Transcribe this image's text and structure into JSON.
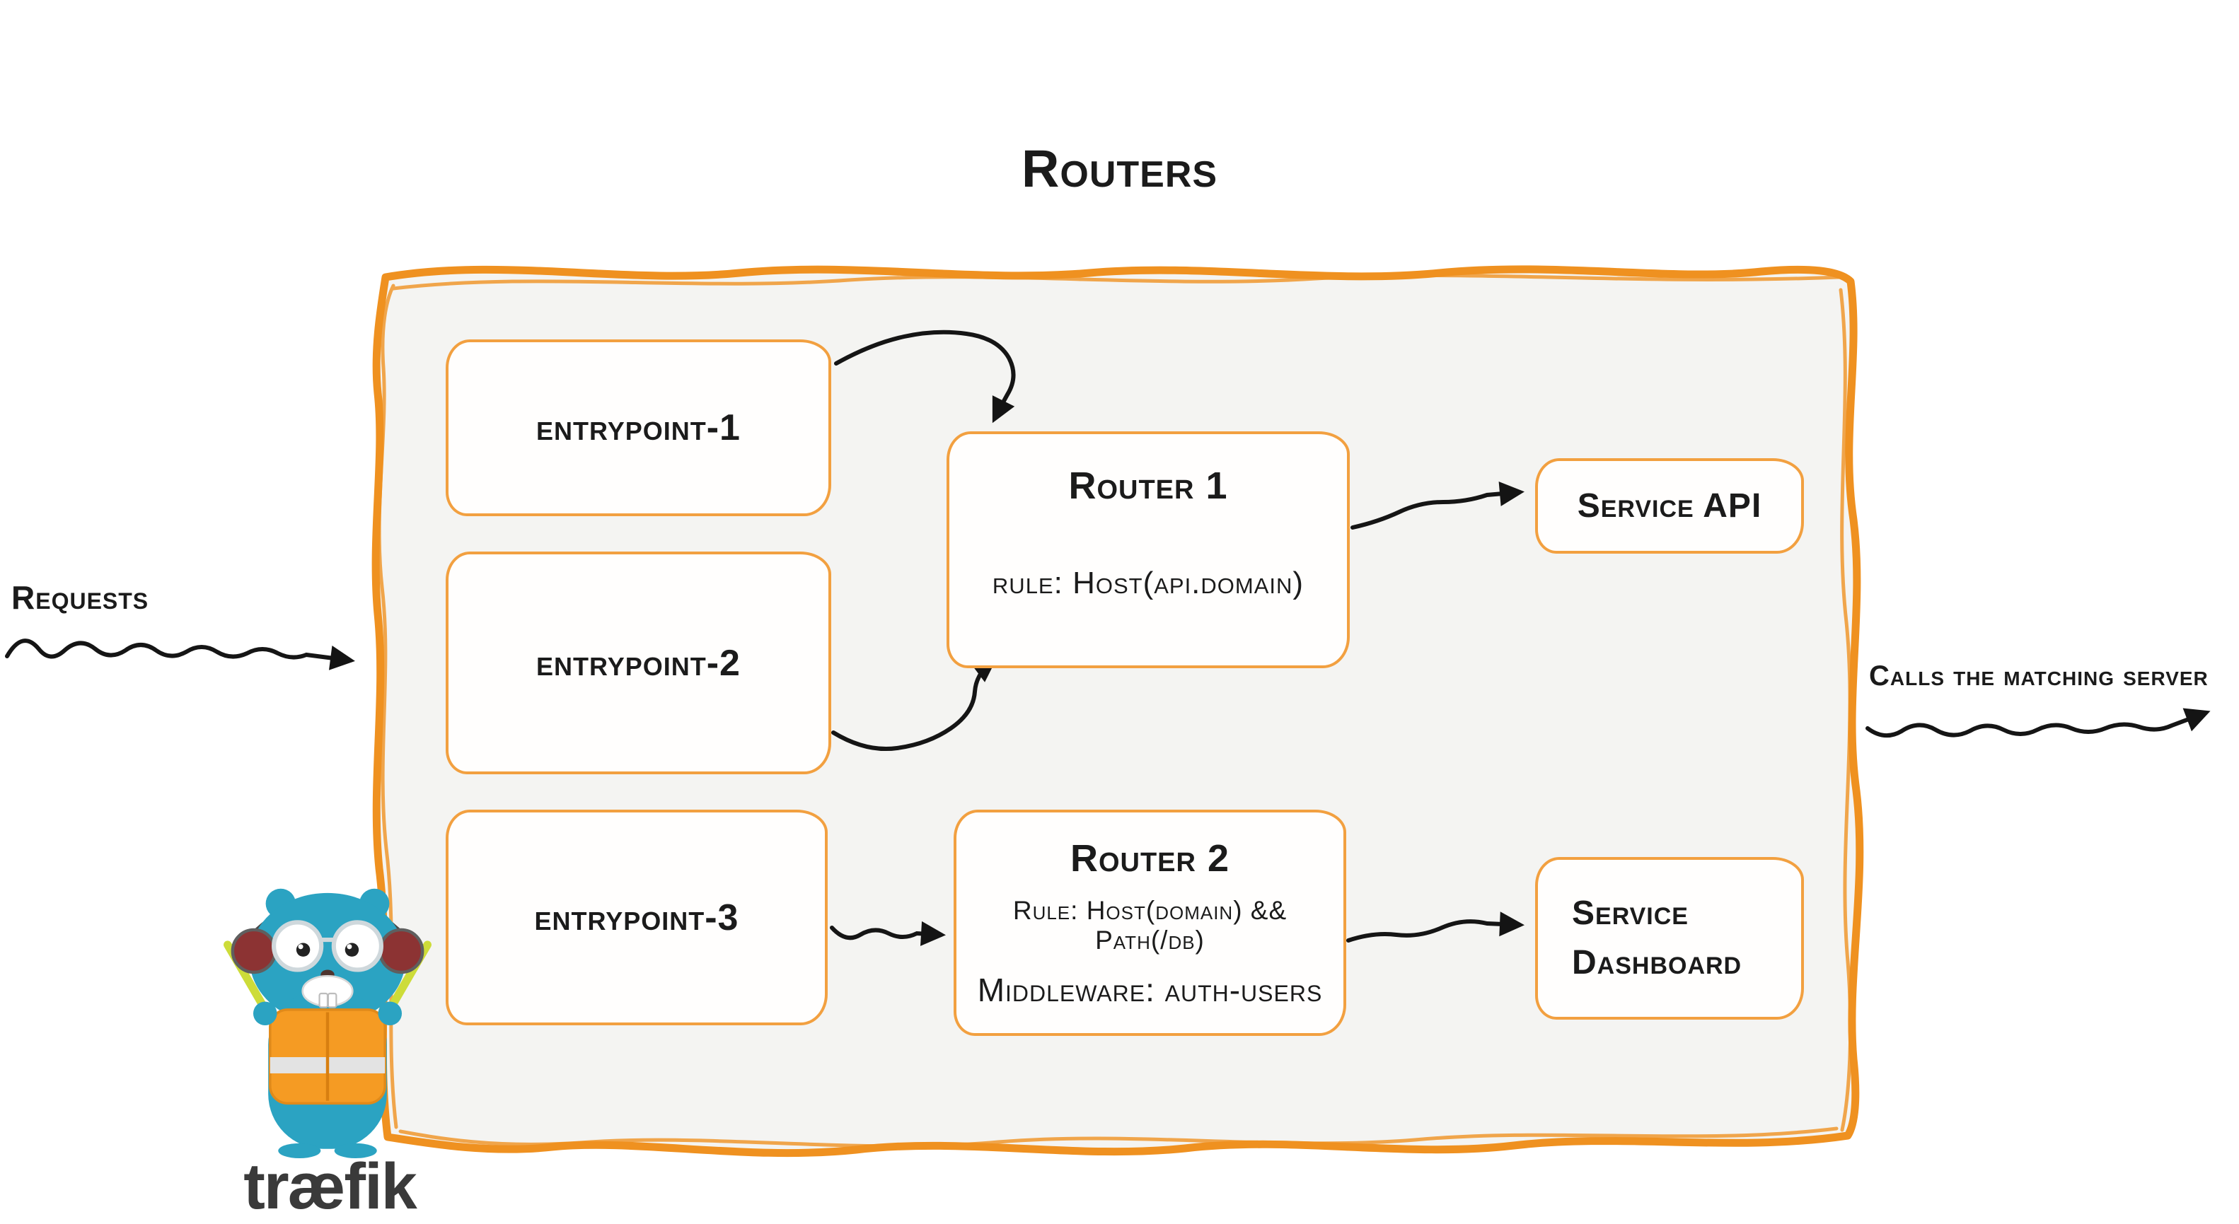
{
  "title": "Routers",
  "requests_label": "Requests",
  "calls_label": "Calls the matching server",
  "entrypoints": [
    {
      "label": "entrypoint-1"
    },
    {
      "label": "entrypoint-2"
    },
    {
      "label": "entrypoint-3"
    }
  ],
  "routers": [
    {
      "name": "Router 1",
      "rule": "rule: Host(api.domain)"
    },
    {
      "name": "Router 2",
      "rule": "Rule: Host(domain) && Path(/db)",
      "middleware": "Middleware: auth-users"
    }
  ],
  "services": [
    {
      "lines": [
        "Service API"
      ]
    },
    {
      "lines": [
        "Service",
        "Dashboard"
      ]
    }
  ],
  "logo": {
    "wordmark": "træfik"
  },
  "colors": {
    "orange": "#EF9120",
    "panel": "#f4f4f2",
    "ink": "#1b1b1b",
    "blue": "#2BA3C2"
  }
}
